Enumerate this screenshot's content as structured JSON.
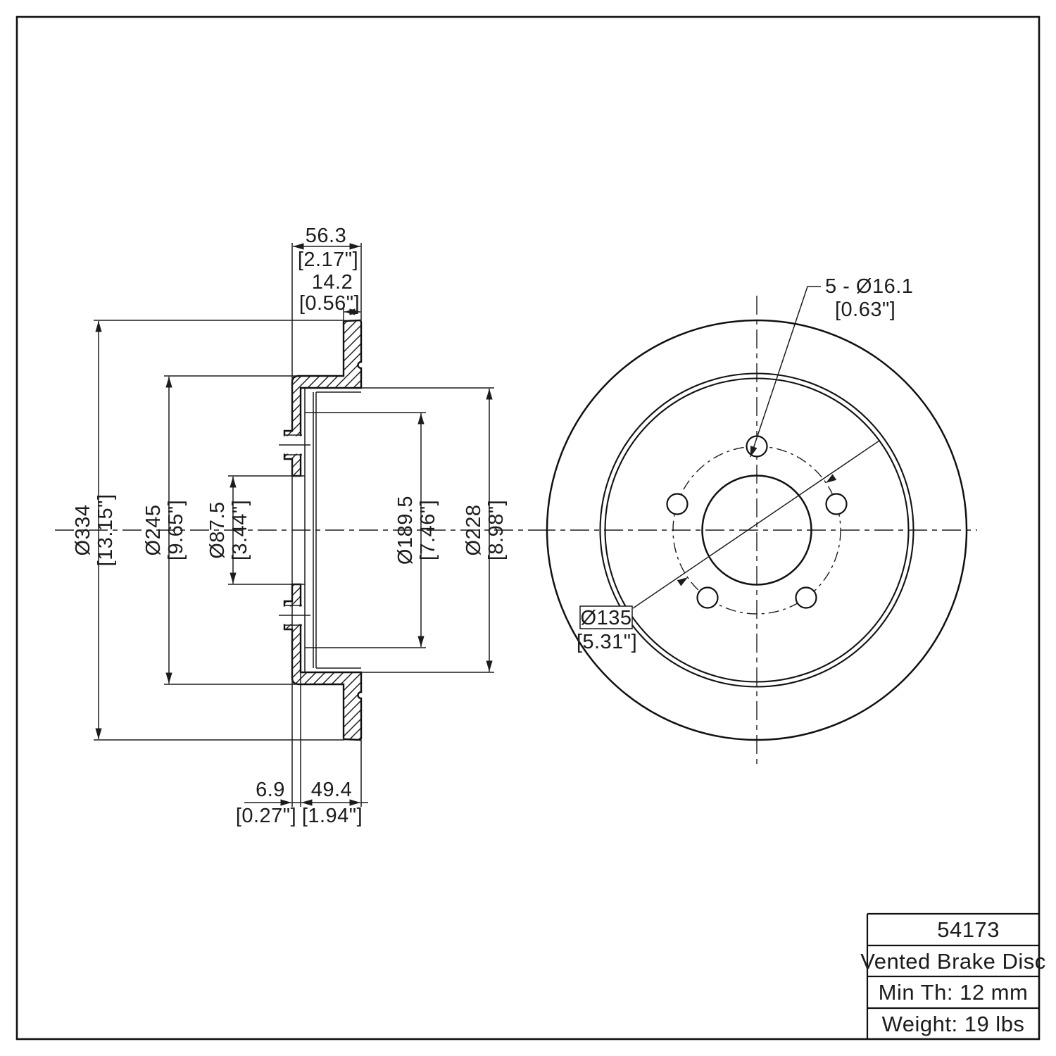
{
  "title_block": {
    "part_number": "54173",
    "product": "Vented Brake Disc",
    "min_thickness": "Min Th: 12 mm",
    "weight": "Weight: 19 lbs"
  },
  "dims": {
    "overall_width": {
      "mm": "56.3",
      "inch": "[2.17\"]"
    },
    "disc_thickness": {
      "mm": "14.2",
      "inch": "[0.56\"]"
    },
    "outer_diameter": {
      "mm": "Ø334",
      "inch": "[13.15\"]"
    },
    "friction_inner": {
      "mm": "Ø245",
      "inch": "[9.65\"]"
    },
    "center_bore": {
      "mm": "Ø87.5",
      "inch": "[3.44\"]"
    },
    "drum_inner": {
      "mm": "Ø189.5",
      "inch": "[7.46\"]"
    },
    "hat_inner": {
      "mm": "Ø228",
      "inch": "[8.98\"]"
    },
    "flange_thickness": {
      "mm": "6.9",
      "inch": "[0.27\"]"
    },
    "hat_depth": {
      "mm": "49.4",
      "inch": "[1.94\"]"
    },
    "bolt_holes": {
      "mm": "5 - Ø16.1",
      "inch": "[0.63\"]"
    },
    "bolt_circle": {
      "mm": "Ø135",
      "inch": "[5.31\"]"
    }
  }
}
